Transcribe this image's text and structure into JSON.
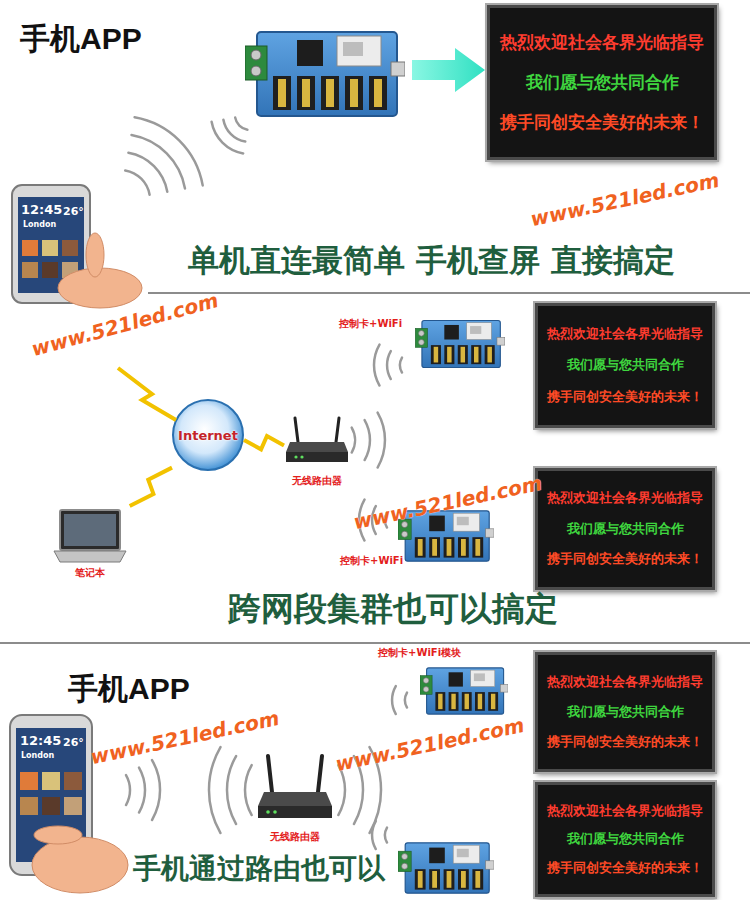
{
  "diagram": {
    "nodes": [
      {
        "text": [
          "热烈欢迎社会各界光临指导",
          "我们愿与您共同合作",
          "携手同创安全美好的未来！"
        ]
      },
      {
        "text": [
          "Internet"
        ]
      },
      {
        "text": [
          "笔记本"
        ]
      },
      {
        "text": [
          "无线路由器"
        ]
      },
      {
        "text": [
          "控制卡+WiFi"
        ]
      },
      {
        "text": [
          "热烈欢迎社会各界光临指导",
          "我们愿与您共同合作",
          "携手同创安全美好的未来！"
        ]
      },
      {
        "text": [
          "控制卡+WiFi"
        ]
      },
      {
        "text": [
          "热烈欢迎社会各界光临指导",
          "我们愿与您共同合作",
          "携手同创安全美好的未来！"
        ]
      },
      {
        "text": [
          "控制卡+WiFi模块"
        ]
      },
      {
        "text": [
          "热烈欢迎社会各界光临指导",
          "我们愿与您共同合作",
          "携手同创安全美好的未来！"
        ]
      },
      {
        "text": [
          "无线路由器"
        ]
      },
      {
        "text": [
          "热烈欢迎社会各界光临指导",
          "我们愿与您共同合作",
          "携手同创安全美好的未来！"
        ]
      }
    ],
    "edges": [
      {
        "from": 1,
        "to": 2,
        "arrow": "none"
      },
      {
        "from": 1,
        "to": 3,
        "arrow": "none"
      }
    ],
    "labels": [
      "手机APP",
      "12:45",
      "London",
      "26°",
      "www.521led.com",
      "单机直连最简单 手机查屏 直接搞定",
      "www.521led.com",
      "跨网段集群也可以搞定",
      "www.521led.com",
      "手机APP",
      "www.521led.com",
      "12:45",
      "London",
      "26°",
      "www.521led.com",
      "手机通过路由也可以"
    ]
  }
}
